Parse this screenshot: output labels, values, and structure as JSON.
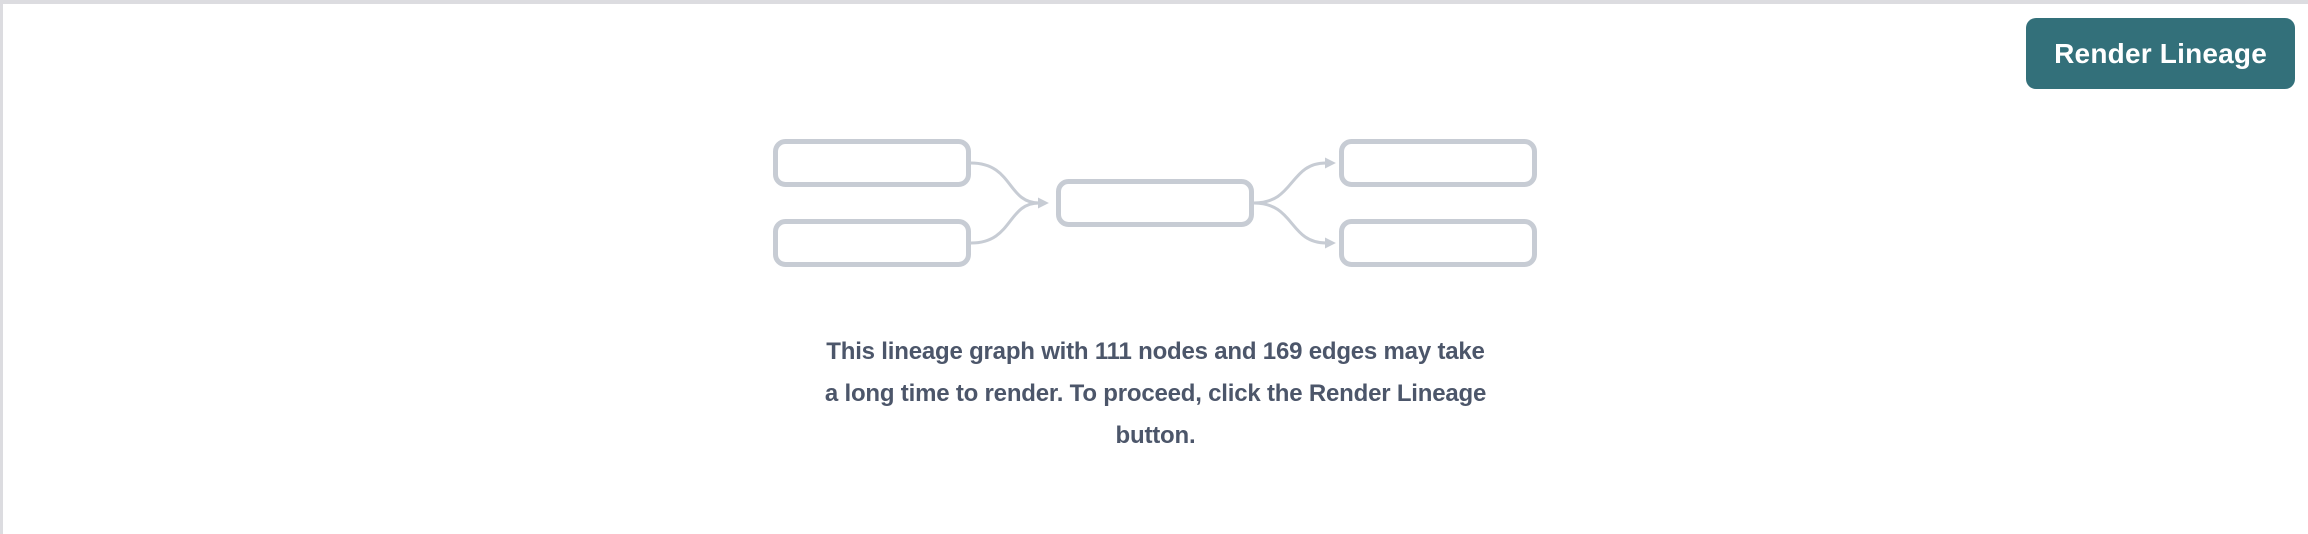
{
  "panel": {
    "render_button_label": "Render Lineage",
    "empty_state": {
      "message_lines": [
        "This lineage graph with 111 nodes and 169 edges may take",
        "a long time to render. To proceed, click the Render Lineage",
        "button."
      ],
      "node_count": "111",
      "edge_count": "169"
    }
  },
  "colors": {
    "button_background": "#33707a",
    "button_text": "#ffffff",
    "diagram_stroke": "#c7ccd4",
    "message_text": "#4c566a",
    "panel_border": "#dcdce0",
    "background": "#ffffff"
  }
}
